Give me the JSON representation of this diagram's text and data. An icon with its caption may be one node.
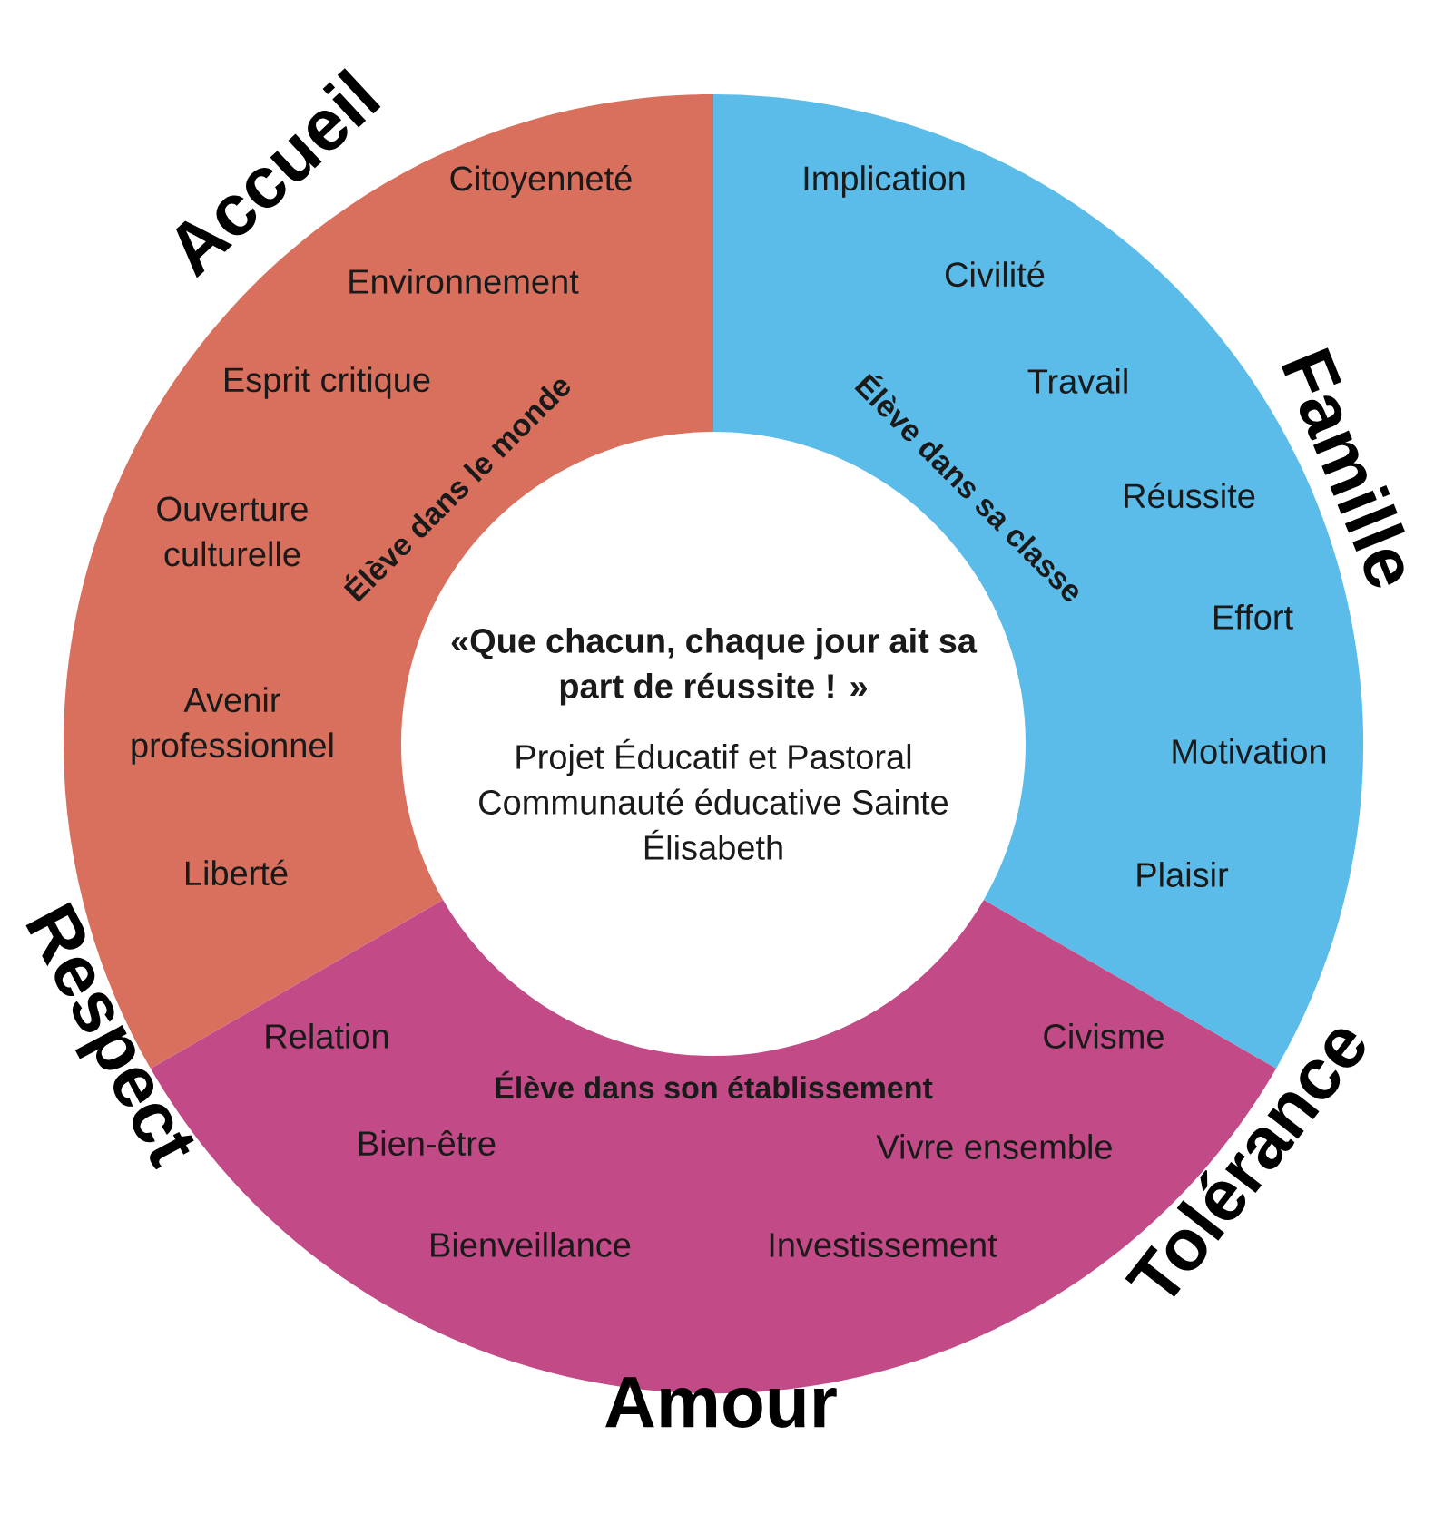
{
  "diagram": {
    "nodes": [
      {
        "text": [
          "«Que chacun, chaque jour ait sa part de réussite ! »",
          "Projet Éducatif et Pastoral Communauté éducative Sainte Élisabeth"
        ]
      },
      {
        "text": [
          "Élève dans le monde"
        ]
      },
      {
        "text": [
          "Citoyenneté"
        ],
        "in": 1
      },
      {
        "text": [
          "Environnement"
        ],
        "in": 1
      },
      {
        "text": [
          "Esprit critique"
        ],
        "in": 1
      },
      {
        "text": [
          "Ouverture culturelle"
        ],
        "in": 1
      },
      {
        "text": [
          "Avenir professionnel"
        ],
        "in": 1
      },
      {
        "text": [
          "Liberté"
        ],
        "in": 1
      },
      {
        "text": [
          "Élève dans sa classe"
        ]
      },
      {
        "text": [
          "Implication"
        ],
        "in": 8
      },
      {
        "text": [
          "Civilité"
        ],
        "in": 8
      },
      {
        "text": [
          "Travail"
        ],
        "in": 8
      },
      {
        "text": [
          "Réussite"
        ],
        "in": 8
      },
      {
        "text": [
          "Effort"
        ],
        "in": 8
      },
      {
        "text": [
          "Motivation"
        ],
        "in": 8
      },
      {
        "text": [
          "Plaisir"
        ],
        "in": 8
      },
      {
        "text": [
          "Élève dans son établissement"
        ]
      },
      {
        "text": [
          "Relation"
        ],
        "in": 16
      },
      {
        "text": [
          "Civisme"
        ],
        "in": 16
      },
      {
        "text": [
          "Bien-être"
        ],
        "in": 16
      },
      {
        "text": [
          "Vivre ensemble"
        ],
        "in": 16
      },
      {
        "text": [
          "Bienveillance"
        ],
        "in": 16
      },
      {
        "text": [
          "Investissement"
        ],
        "in": 16
      }
    ],
    "labels": [
      "Accueil",
      "Famille",
      "Tolérance",
      "Amour",
      "Respect"
    ]
  }
}
